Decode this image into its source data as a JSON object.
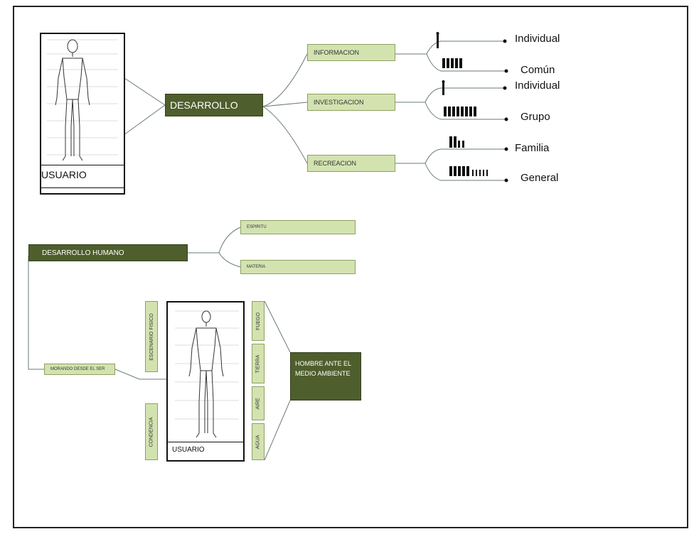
{
  "top": {
    "usuario_label": "USUARIO",
    "center_label": "DESARROLLO",
    "branches": [
      {
        "label": "INFORMACION",
        "leaves": [
          "Individual",
          "Común"
        ]
      },
      {
        "label": "INVESTIGACION",
        "leaves": [
          "Individual",
          "Grupo"
        ]
      },
      {
        "label": "RECREACION",
        "leaves": [
          "Familia",
          "General"
        ]
      }
    ]
  },
  "bottom": {
    "main_label": "DESARROLLO HUMANO",
    "branches": [
      "ESPIRITU",
      "MATERIA"
    ],
    "morando_label": "MORANDO DESDE EL SER",
    "left_tags": [
      "ESCENARIO FISICO",
      "CONDENCIA"
    ],
    "usuario_label": "USUARIO",
    "elements": [
      "FUEGO",
      "TIERRA",
      "AIRE",
      "AGUA"
    ],
    "result_label": "HOMBRE ANTE EL MEDIO AMBIENTE"
  },
  "colors": {
    "dark": "#4e5e2c",
    "light": "#d3e3b0"
  }
}
